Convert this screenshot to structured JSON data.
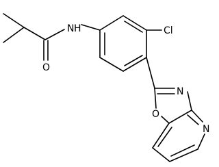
{
  "structure": {
    "atoms": {
      "nh": "N",
      "h": "H",
      "oxygen_carbonyl": "O",
      "chlorine": "Cl",
      "nitrogen_oxazole": "N",
      "oxygen_oxazole": "O",
      "nitrogen_pyridine": "N"
    },
    "colors": {
      "ink": "#000000",
      "background": "#ffffff"
    }
  }
}
